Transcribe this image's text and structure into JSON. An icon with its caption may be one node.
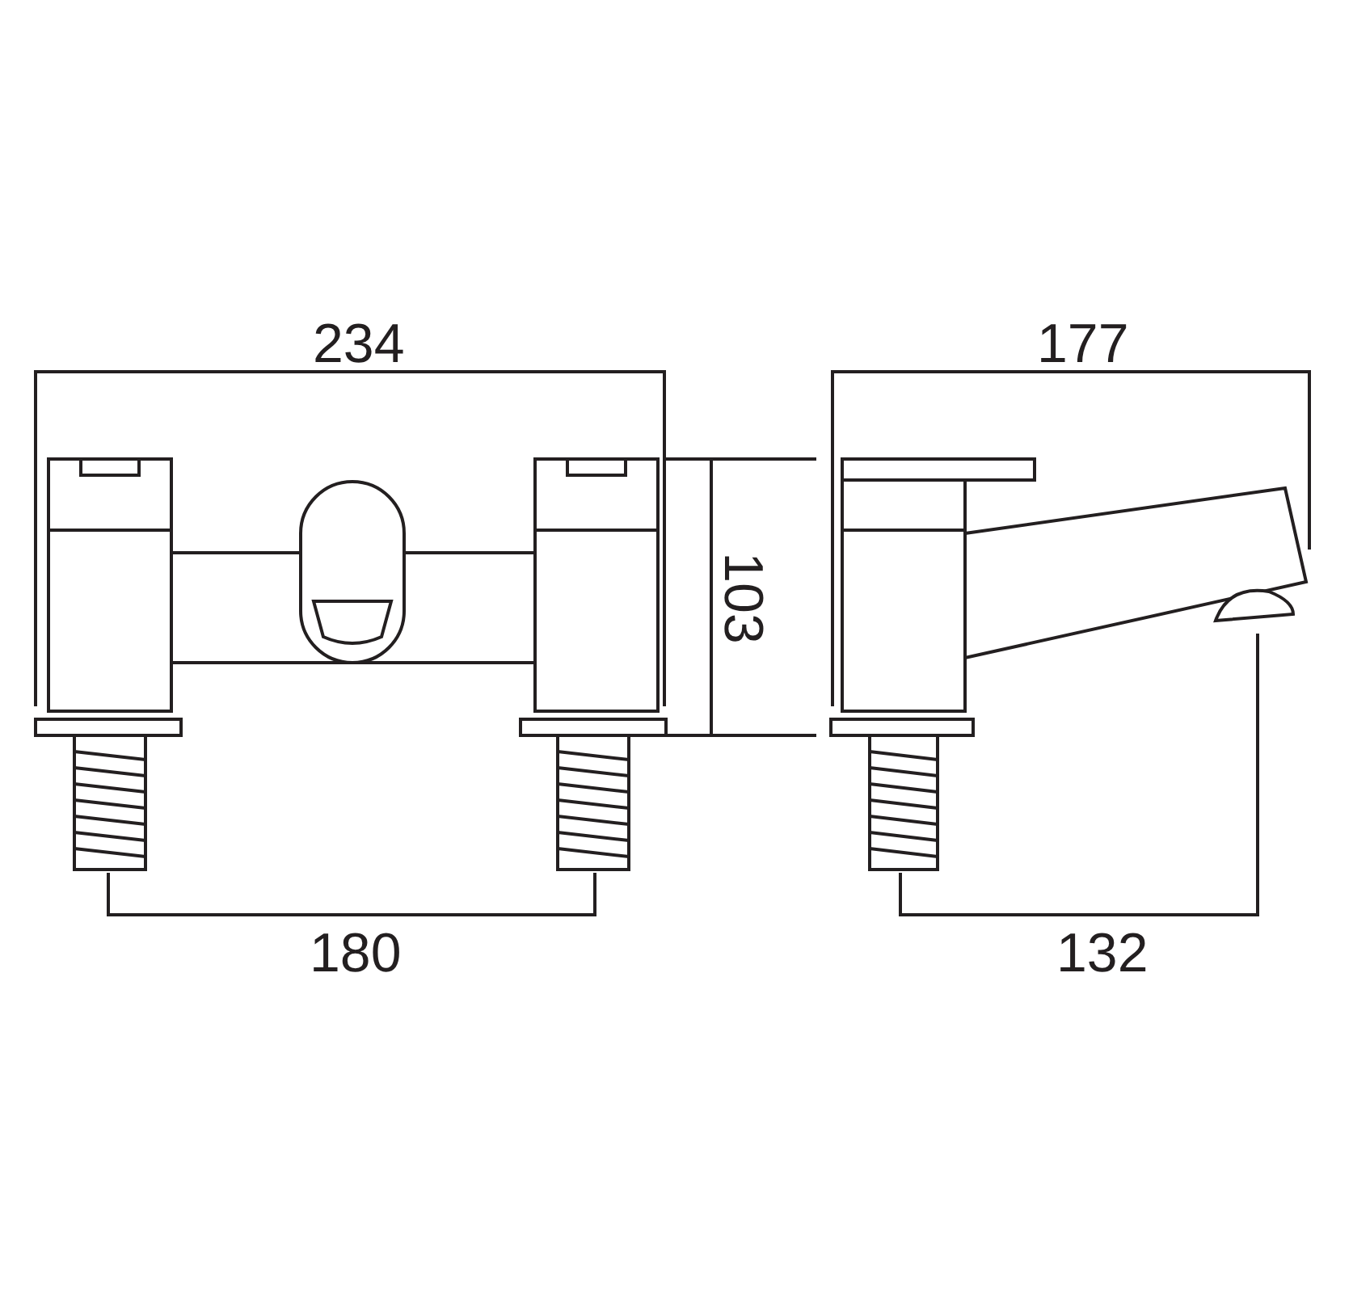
{
  "diagram": {
    "labels": [
      "234",
      "177",
      "103",
      "180",
      "132"
    ]
  }
}
